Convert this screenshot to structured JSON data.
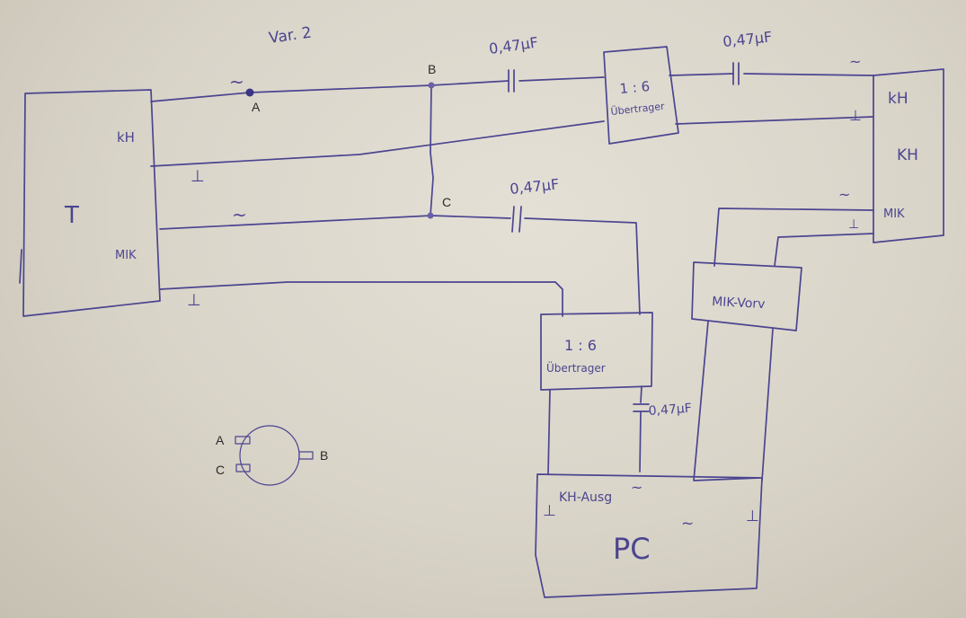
{
  "title": "Var. 2",
  "colors": {
    "ink": "#4b4590",
    "paper": "#ddd8cd"
  },
  "labels": {
    "device_left": "T",
    "kh": "kH",
    "mik": "MIK",
    "headset_kh_top": "kH",
    "headset_kh": "KH",
    "headset_mik": "MIK",
    "transformer_ratio": "1 : 6",
    "transformer_name": "Übertrager",
    "mic_preamp": "MIK-Vorv",
    "kh_out": "KH-Ausg",
    "pc": "PC",
    "cap_1": "0,47µF",
    "cap_2": "0,47µF",
    "cap_3": "0,47µF",
    "cap_4": "0,47µF",
    "ac": "~",
    "ground": "⊥"
  },
  "nodes": {
    "a": "A",
    "b": "B",
    "c": "C"
  },
  "connector": {
    "a": "A",
    "b": "B",
    "c": "C"
  }
}
